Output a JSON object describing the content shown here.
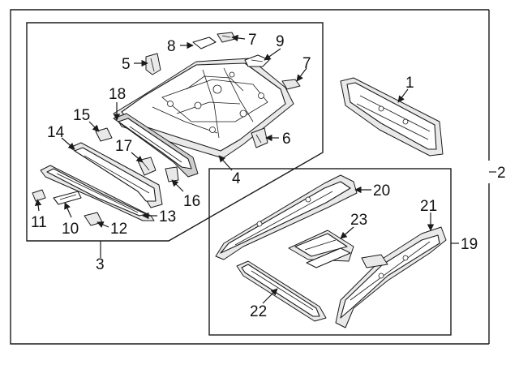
{
  "diagram": {
    "callouts": {
      "c1": "1",
      "c2": "2",
      "c3": "3",
      "c4": "4",
      "c5": "5",
      "c6": "6",
      "c7a": "7",
      "c7b": "7",
      "c8": "8",
      "c9": "9",
      "c10": "10",
      "c11": "11",
      "c12": "12",
      "c13": "13",
      "c14": "14",
      "c15": "15",
      "c16": "16",
      "c17": "17",
      "c18": "18",
      "c19": "19",
      "c20": "20",
      "c21": "21",
      "c22": "22",
      "c23": "23"
    }
  }
}
